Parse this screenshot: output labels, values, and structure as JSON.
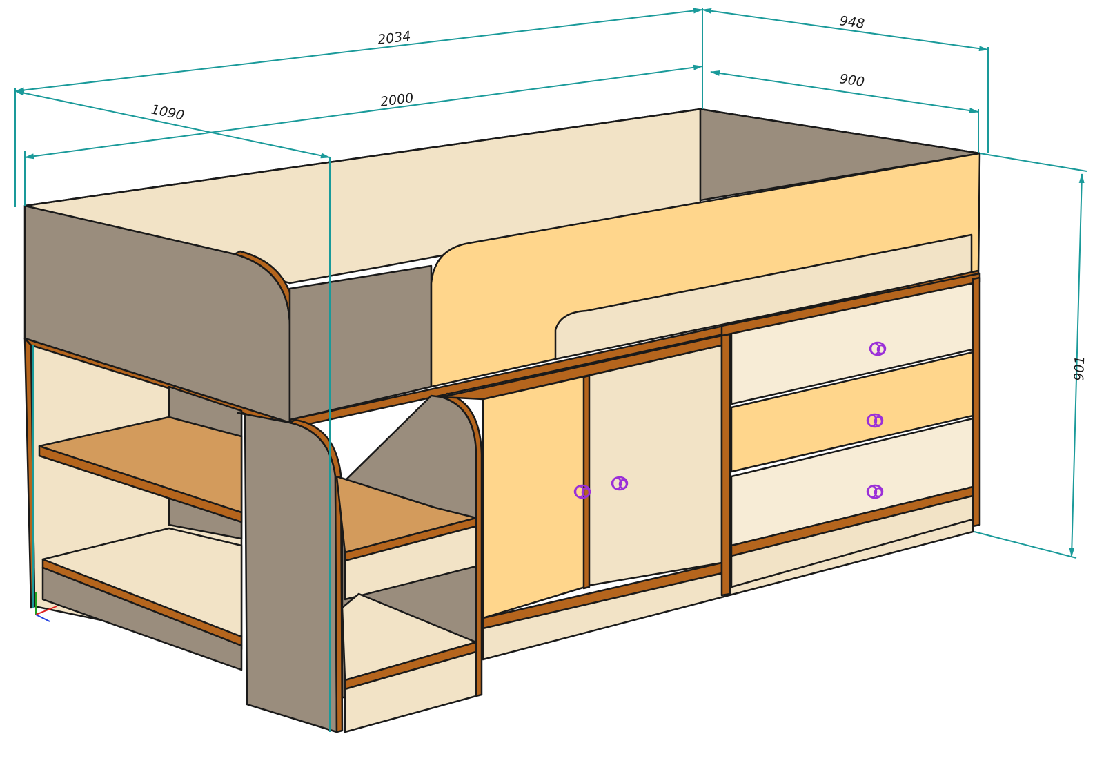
{
  "drawing": {
    "dimensions": {
      "overall_length": "2034",
      "overall_width": "948",
      "mattress_length": "2000",
      "mattress_width": "900",
      "step_depth": "1090",
      "height": "901"
    }
  },
  "colors": {
    "background": "#ffffff",
    "dimension_line": "#1a9a9a",
    "outline": "#1a1a1a",
    "edge_band": "#b5651d",
    "beige_panel": "#f2e3c6",
    "beige_light": "#f7ecd6",
    "grey_panel": "#9a8d7d",
    "grey_dark": "#857867",
    "yellow_front": "#ffd68c",
    "shelf_top": "#d39b5c",
    "knob": "#9b30d8",
    "axis_red": "#e02020",
    "axis_green": "#20a020",
    "axis_blue": "#2040e0"
  }
}
